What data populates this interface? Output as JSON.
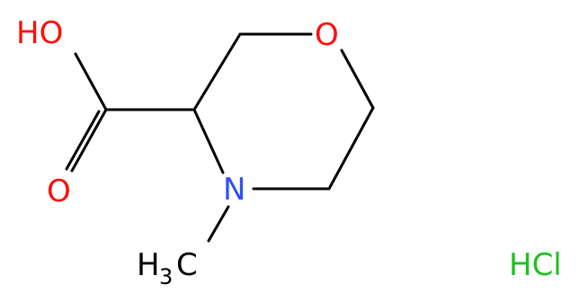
{
  "molecule": {
    "atoms": {
      "hydroxyl": "HO",
      "carbonyl_oxygen": "O",
      "ring_oxygen": "O",
      "ring_nitrogen": "N",
      "methyl_h": "H",
      "methyl_sub": "3",
      "methyl_c": "C"
    },
    "salt": "HCl",
    "colors": {
      "oxygen": "#ff0d0d",
      "nitrogen": "#3050f8",
      "chlorine": "#1fc01f",
      "hydrogen_carbon": "#000000",
      "bond": "#000000"
    }
  }
}
